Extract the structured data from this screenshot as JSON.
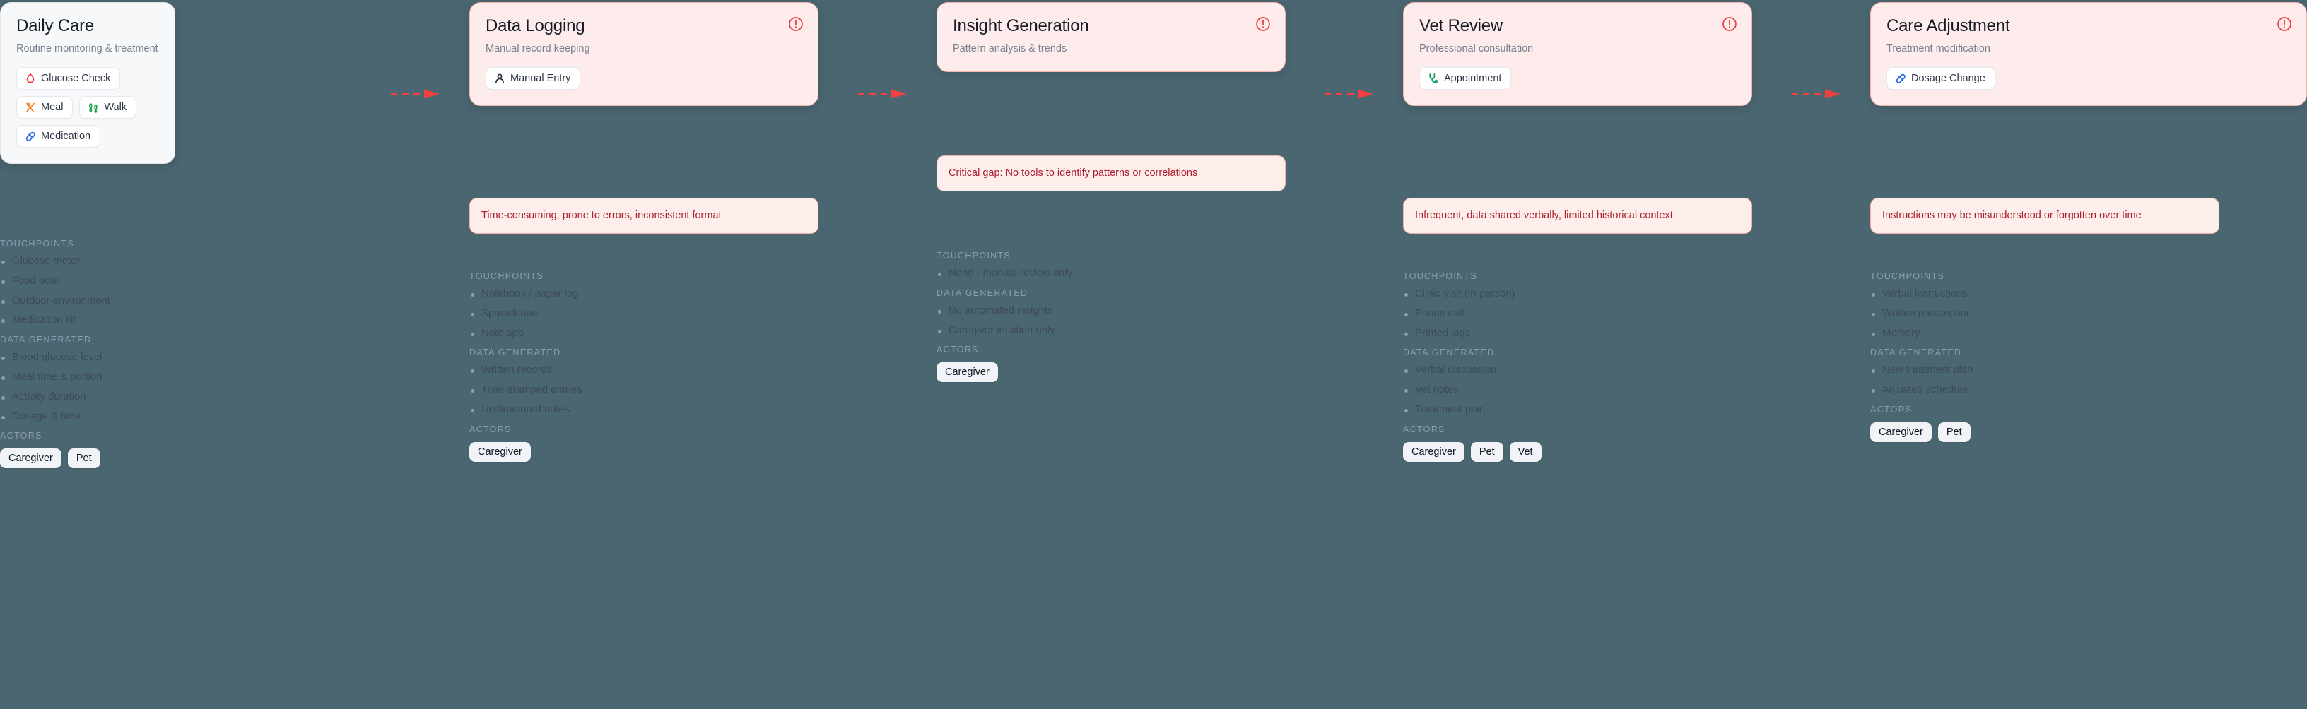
{
  "background_color": "#4a6670",
  "accent_color": "#f43f3f",
  "alert_color": "#ef3b3b",
  "section_labels": {
    "touchpoints": "TOUCHPOINTS",
    "data_generated": "DATA GENERATED",
    "actors": "ACTORS"
  },
  "arrows": [
    {
      "name": "arrow-1",
      "from": "Daily Care",
      "to": "Data Logging"
    },
    {
      "name": "arrow-2",
      "from": "Data Logging",
      "to": "Insight Generation"
    },
    {
      "name": "arrow-3",
      "from": "Insight Generation",
      "to": "Vet Review"
    },
    {
      "name": "arrow-4",
      "from": "Vet Review",
      "to": "Care Adjustment"
    }
  ],
  "stages": [
    {
      "id": "daily-care",
      "title": "Daily Care",
      "subtitle": "Routine monitoring & treatment",
      "has_alert": false,
      "card_style": "neutral",
      "tools": [
        {
          "label": "Glucose Check",
          "icon": "blood-drop-icon",
          "icon_color": "#ef3b3b"
        },
        {
          "label": "Meal",
          "icon": "fork-knife-icon",
          "icon_color": "#f57a16"
        },
        {
          "label": "Walk",
          "icon": "footprints-icon",
          "icon_color": "#16a34a"
        },
        {
          "label": "Medication",
          "icon": "pill-icon",
          "icon_color": "#2563eb"
        }
      ],
      "pain_point": null,
      "touchpoints": [
        "Glucose meter",
        "Food bowl",
        "Outdoor environment",
        "Medication kit"
      ],
      "data_generated": [
        "Blood glucose level",
        "Meal time & portion",
        "Activity duration",
        "Dosage & time"
      ],
      "actors": [
        "Caregiver",
        "Pet"
      ]
    },
    {
      "id": "data-logging",
      "title": "Data Logging",
      "subtitle": "Manual record keeping",
      "has_alert": true,
      "card_style": "alert",
      "tools": [
        {
          "label": "Manual Entry",
          "icon": "person-icon",
          "icon_color": "#2c3442"
        }
      ],
      "pain_point": "Time-consuming, prone to errors, inconsistent format",
      "touchpoints": [
        "Notebook / paper log",
        "Spreadsheet",
        "Note app"
      ],
      "data_generated": [
        "Written records",
        "Time-stamped entries",
        "Unstructured notes"
      ],
      "actors": [
        "Caregiver"
      ]
    },
    {
      "id": "insight-generation",
      "title": "Insight Generation",
      "subtitle": "Pattern analysis & trends",
      "has_alert": true,
      "card_style": "alert",
      "tools": [],
      "pain_point": "Critical gap: No tools to identify patterns or correlations",
      "touchpoints": [
        "None - manual review only"
      ],
      "data_generated": [
        "No automated insights",
        "Caregiver intuition only"
      ],
      "actors": [
        "Caregiver"
      ]
    },
    {
      "id": "vet-review",
      "title": "Vet Review",
      "subtitle": "Professional consultation",
      "has_alert": true,
      "card_style": "alert",
      "tools": [
        {
          "label": "Appointment",
          "icon": "stethoscope-icon",
          "icon_color": "#109c5a"
        }
      ],
      "pain_point": "Infrequent, data shared verbally, limited historical context",
      "touchpoints": [
        "Clinic visit (in-person)",
        "Phone call",
        "Printed logs"
      ],
      "data_generated": [
        "Verbal discussion",
        "Vet notes",
        "Treatment plan"
      ],
      "actors": [
        "Caregiver",
        "Pet",
        "Vet"
      ]
    },
    {
      "id": "care-adjustment",
      "title": "Care Adjustment",
      "subtitle": "Treatment modification",
      "has_alert": true,
      "card_style": "alert",
      "tools": [
        {
          "label": "Dosage Change",
          "icon": "pill-icon",
          "icon_color": "#2563eb"
        }
      ],
      "pain_point": "Instructions may be misunderstood or forgotten over time",
      "touchpoints": [
        "Verbal instructions",
        "Written prescription",
        "Memory"
      ],
      "data_generated": [
        "New treatment plan",
        "Adjusted schedule"
      ],
      "actors": [
        "Caregiver",
        "Pet"
      ]
    }
  ]
}
